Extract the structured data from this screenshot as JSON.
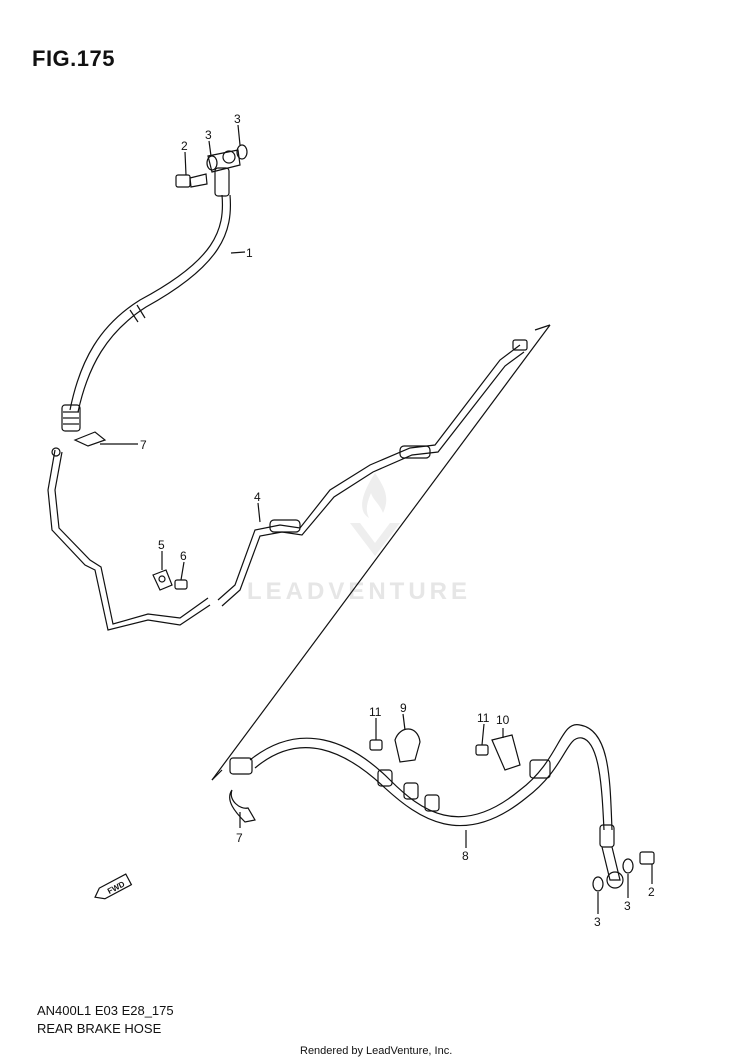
{
  "figure": {
    "title": "FIG.175"
  },
  "watermark": {
    "brand": "LEADVENTURE"
  },
  "callouts": {
    "c1": "1",
    "c2a": "2",
    "c3a": "3",
    "c3b": "3",
    "c4": "4",
    "c5": "5",
    "c6": "6",
    "c7a": "7",
    "c7b": "7",
    "c8": "8",
    "c9": "9",
    "c10": "10",
    "c11a": "11",
    "c11b": "11",
    "c2b": "2",
    "c3c": "3",
    "c3d": "3"
  },
  "fwd_label": "FWD",
  "footer": {
    "model_code": "AN400L1 E03 E28_175",
    "caption": "REAR BRAKE HOSE",
    "rendered_by": "Rendered by LeadVenture, Inc."
  }
}
